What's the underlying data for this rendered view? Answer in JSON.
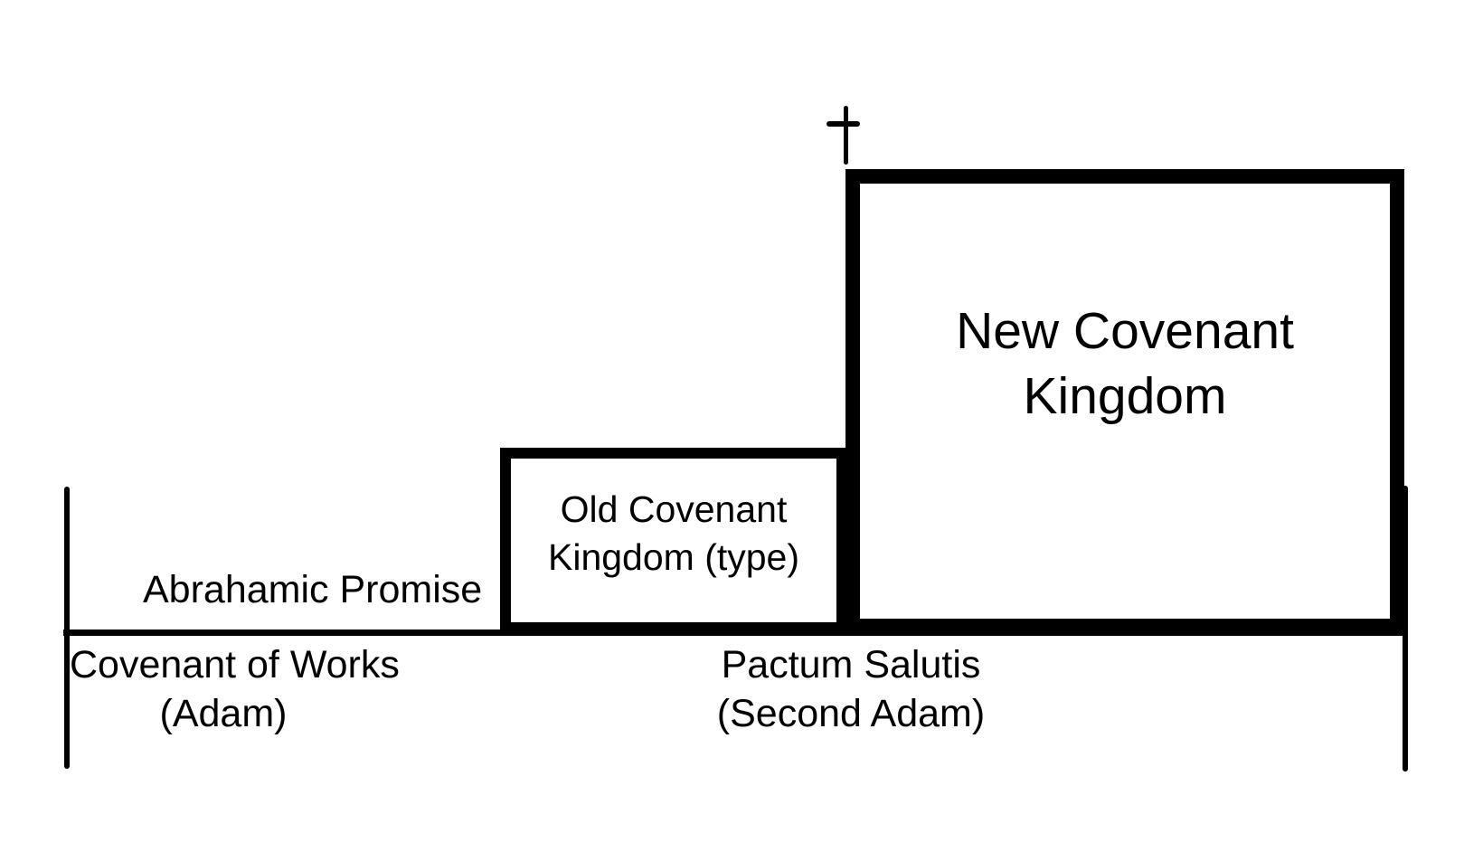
{
  "colors": {
    "background": "#FFFFFF",
    "ink": "#000000"
  },
  "icons": {
    "cross": {
      "name": "christian-cross-icon",
      "glyph": "†"
    }
  },
  "timeline": {
    "above_label": "Abrahamic Promise",
    "left_label": {
      "line1": "Covenant of Works",
      "line2": "(Adam)"
    },
    "right_label": {
      "line1": "Pactum Salutis",
      "line2": "(Second Adam)"
    }
  },
  "boxes": {
    "old_covenant": {
      "line1": "Old Covenant",
      "line2": "Kingdom (type)"
    },
    "new_covenant": {
      "line1": "New Covenant",
      "line2": "Kingdom"
    }
  }
}
